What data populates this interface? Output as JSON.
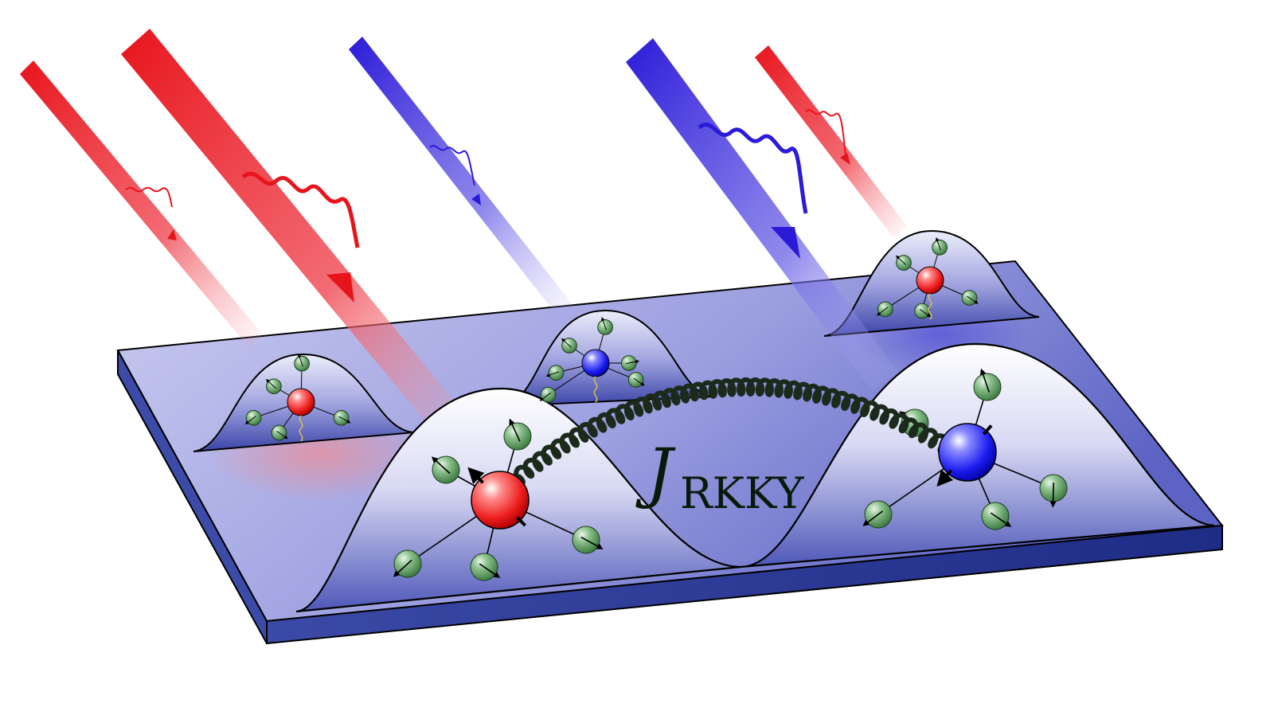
{
  "label": {
    "symbol": "J",
    "subscript": "RKKY"
  },
  "colors": {
    "beam_red": "#e8141c",
    "beam_blue": "#2b1ad8",
    "slab_top": "#8d90d8",
    "slab_front": "#2a3a94",
    "slab_side": "#1f2c86",
    "magnetic_red": "#ff2a2a",
    "magnetic_blue": "#2a2aff",
    "bath_green": "#4e9a4e",
    "coupling_spring": "#1c2a1c"
  },
  "icons": {
    "beam": "light-beam",
    "photon": "wavy-photon-arrow",
    "atom": "magnetic-impurity-sphere",
    "bath": "spin-bath-particle",
    "spring": "rkky-coupling-spring"
  }
}
